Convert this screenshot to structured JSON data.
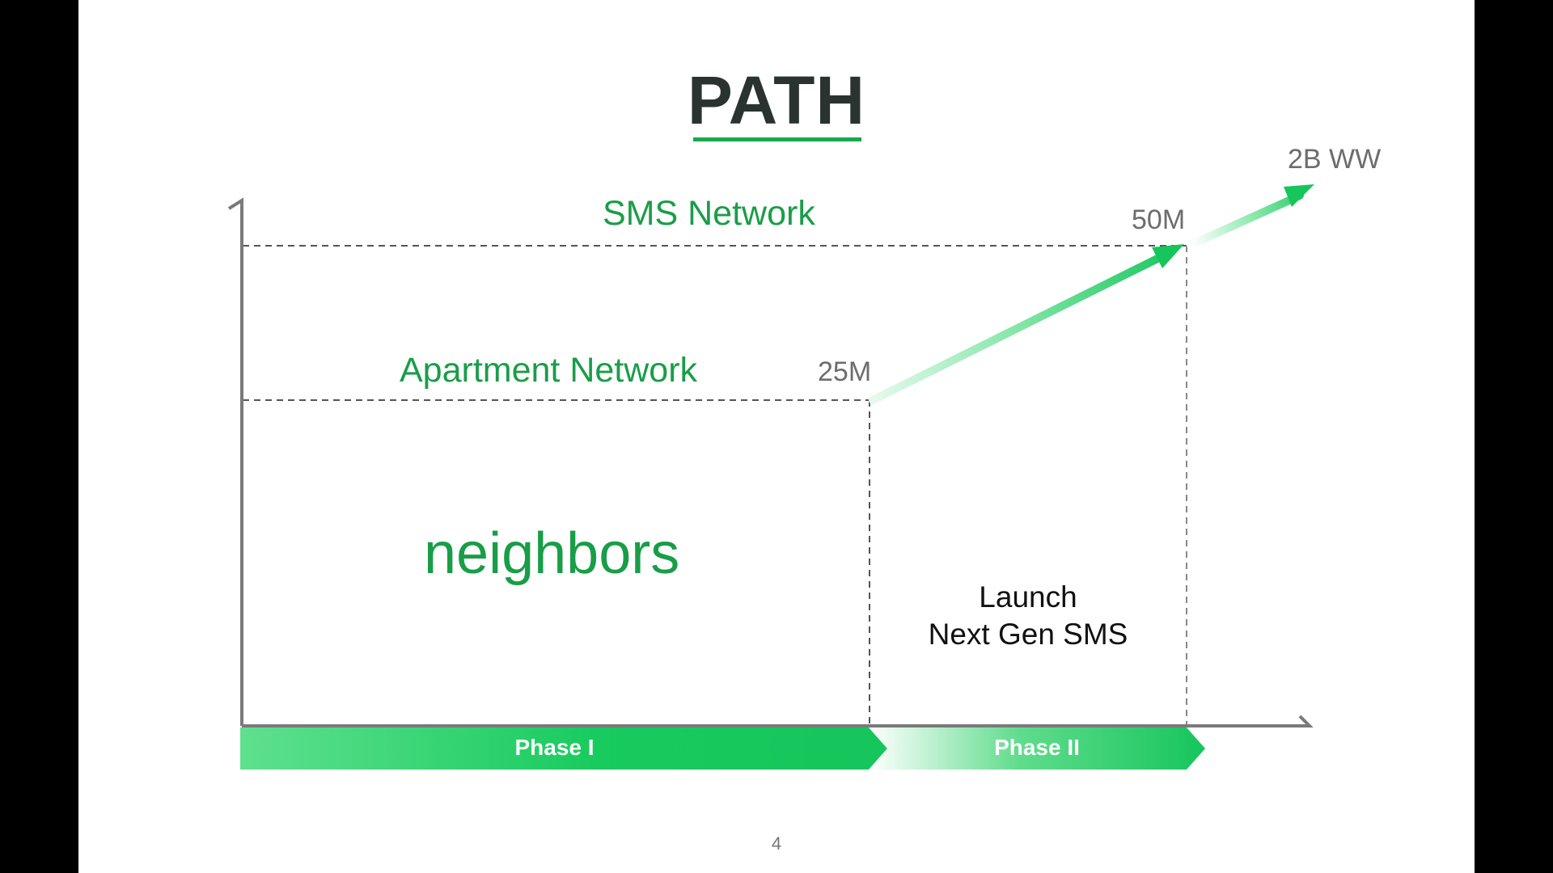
{
  "slide": {
    "title": "PATH",
    "page_number": "4"
  },
  "levels": {
    "sms_network": "SMS Network",
    "apartment_network": "Apartment Network"
  },
  "values": {
    "mid": "25M",
    "top": "50M",
    "global": "2B WW"
  },
  "phase1": {
    "label": "Phase I",
    "text": "neighbors"
  },
  "phase2": {
    "label": "Phase II",
    "text_line1": "Launch",
    "text_line2": "Next Gen SMS"
  },
  "colors": {
    "accent_green": "#1aa84f",
    "label_green": "#1a9d48",
    "bar_green": "#16c55c",
    "axis_gray": "#7a7a7a",
    "title_dark": "#2b3331"
  }
}
